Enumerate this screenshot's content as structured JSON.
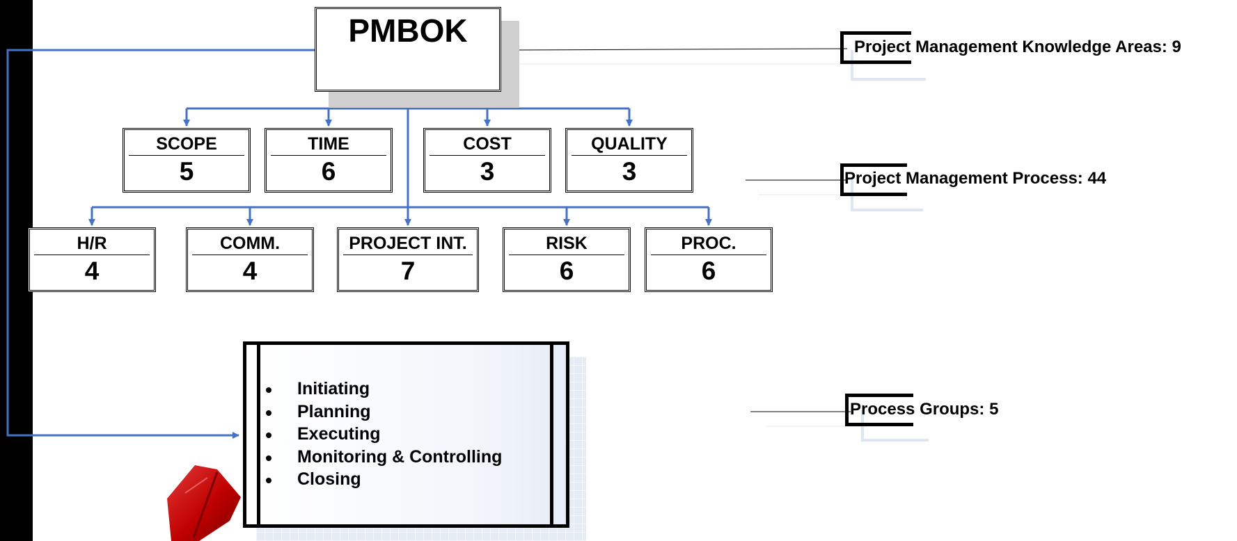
{
  "root": {
    "title": "PMBOK"
  },
  "knowledge_areas_row1": [
    {
      "name": "SCOPE",
      "count": "5"
    },
    {
      "name": "TIME",
      "count": "6"
    },
    {
      "name": "COST",
      "count": "3"
    },
    {
      "name": "QUALITY",
      "count": "3"
    }
  ],
  "knowledge_areas_row2": [
    {
      "name": "H/R",
      "count": "4"
    },
    {
      "name": "COMM.",
      "count": "4"
    },
    {
      "name": "PROJECT INT.",
      "count": "7"
    },
    {
      "name": "RISK",
      "count": "6"
    },
    {
      "name": "PROC.",
      "count": "6"
    }
  ],
  "process_groups": [
    "Initiating",
    "Planning",
    "Executing",
    "Monitoring & Controlling",
    "Closing"
  ],
  "callouts": {
    "knowledge_areas": "Project Management Knowledge Areas: 9",
    "processes": "Project Management Process: 44",
    "process_groups": "Process Groups: 5"
  },
  "colors": {
    "connector": "#4472c4",
    "accent_shape": "#c00000"
  },
  "icons": {
    "accent_shape": "dart-flight-icon"
  }
}
